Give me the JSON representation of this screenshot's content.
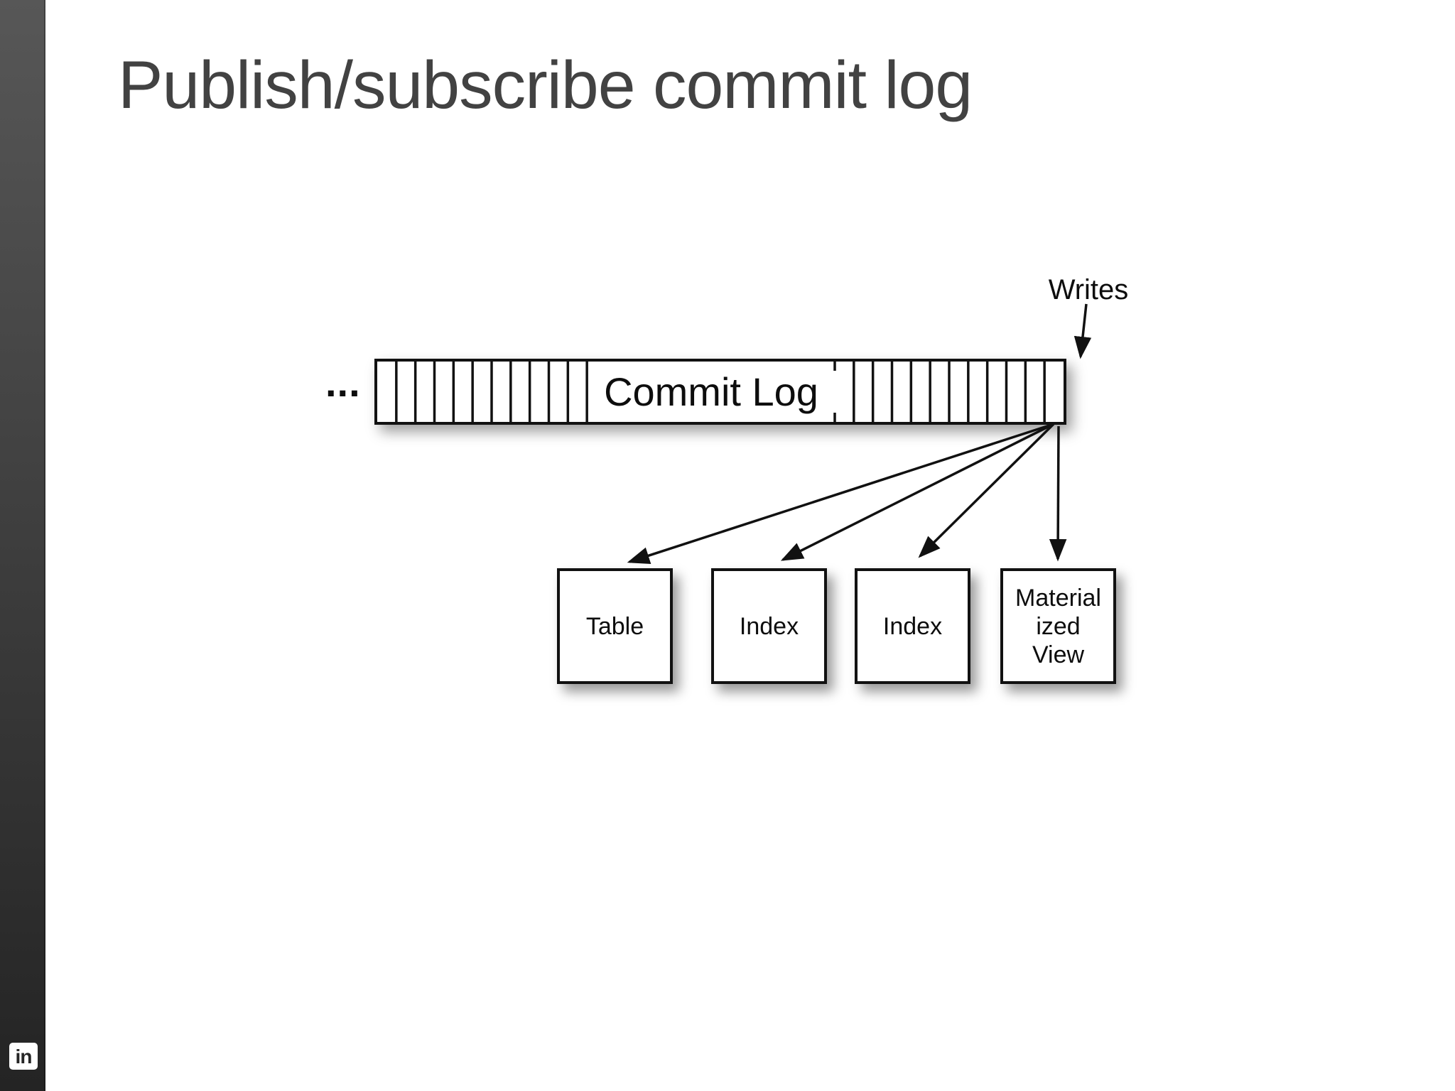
{
  "slide": {
    "title": "Publish/subscribe commit log",
    "background_color": "#ffffff",
    "title_color": "#424242"
  },
  "sidebar": {
    "top_color": "#575757",
    "bottom_color": "#242424",
    "logo_text": "in"
  },
  "diagram": {
    "ellipsis": "...",
    "writes_label": "Writes",
    "commit_log_label": "Commit Log",
    "line_color": "#111111",
    "boxes": [
      {
        "label": "Table"
      },
      {
        "label": "Index"
      },
      {
        "label": "Index"
      },
      {
        "label": "Material\nized\nView"
      }
    ]
  }
}
